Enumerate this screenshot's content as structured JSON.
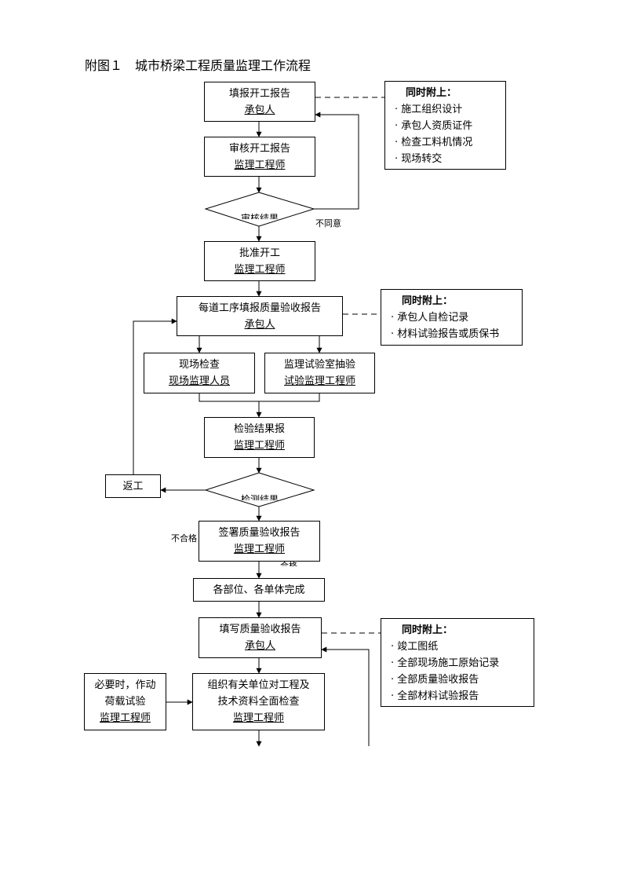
{
  "title": "附图１　城市桥梁工程质量监理工作流程",
  "boxes": {
    "b1": {
      "line1": "填报开工报告",
      "role": "承包人"
    },
    "b2": {
      "line1": "审核开工报告",
      "role": "监理工程师"
    },
    "b3": {
      "line1": "批准开工",
      "role": "监理工程师"
    },
    "b4": {
      "line1": "每道工序填报质量验收报告",
      "role": "承包人"
    },
    "b5a": {
      "line1": "现场检查",
      "role": "现场监理人员"
    },
    "b5b": {
      "line1": "监理试验室抽验",
      "role": "试验监理工程师"
    },
    "b6": {
      "line1": "检验结果报",
      "role": "监理工程师"
    },
    "rework": {
      "line1": "返工"
    },
    "b7": {
      "line1": "签署质量验收报告",
      "role": "监理工程师"
    },
    "b8": {
      "line1": "各部位、各单体完成"
    },
    "b9": {
      "line1": "填写质量验收报告",
      "role": "承包人"
    },
    "b10": {
      "line1": "组织有关单位对工程及",
      "line2": "技术资料全面检查",
      "role": "监理工程师"
    },
    "b11": {
      "line1": "必要时，作动",
      "line2": "荷载试验",
      "role": "监理工程师"
    }
  },
  "decisions": {
    "d1": "审核结果",
    "d2": "检测结果"
  },
  "labels": {
    "disagree": "不同意",
    "unqualified": "不合格",
    "qualified": "合格"
  },
  "notes": {
    "n1": {
      "header": "同时附上：",
      "items": [
        "施工组织设计",
        "承包人资质证件",
        "检查工料机情况",
        "现场转交"
      ]
    },
    "n2": {
      "header": "同时附上：",
      "items": [
        "承包人自检记录",
        "材料试验报告或质保书"
      ]
    },
    "n3": {
      "header": "同时附上：",
      "items": [
        "竣工图纸",
        "全部现场施工原始记录",
        "全部质量验收报告",
        "全部材料试验报告"
      ]
    }
  }
}
